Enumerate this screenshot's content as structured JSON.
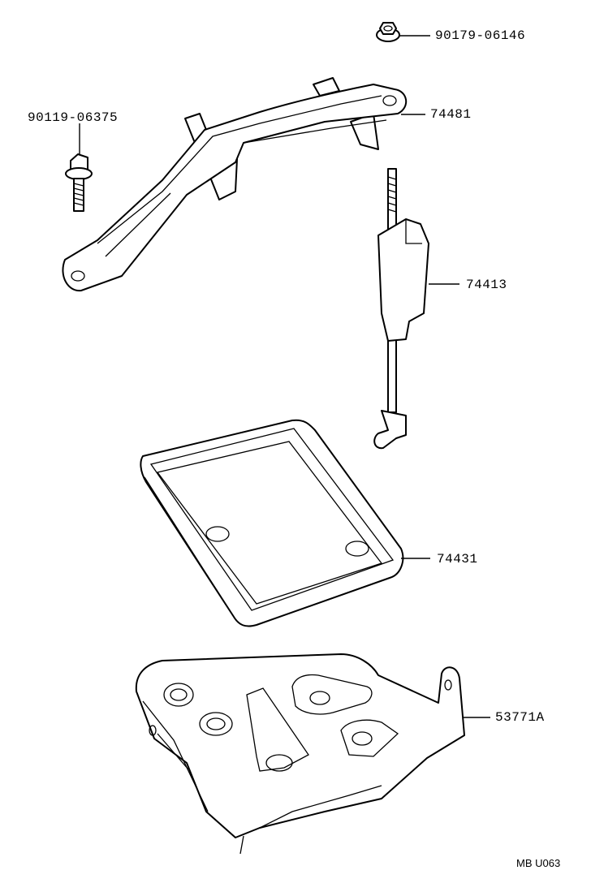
{
  "parts": {
    "nut": "90179-06146",
    "bolt": "90119-06375",
    "clamp": "74481",
    "rod": "74413",
    "tray": "74431",
    "carrier": "53771A"
  },
  "figure_code": "MB U063"
}
